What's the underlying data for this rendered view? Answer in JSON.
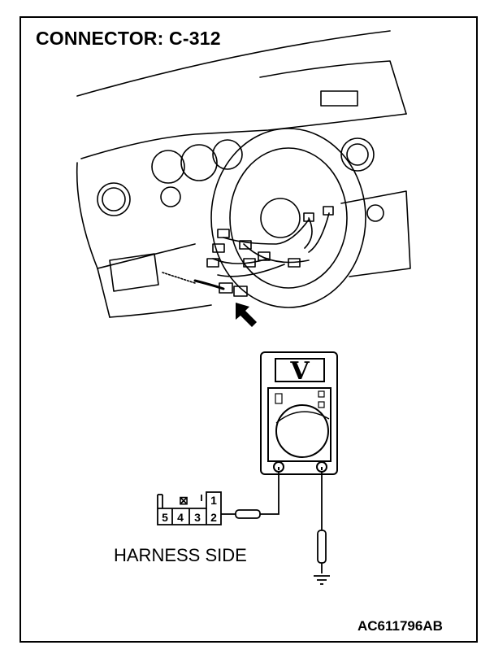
{
  "title": "CONNECTOR: C-312",
  "harness_side_label": "HARNESS SIDE",
  "figure_code": "AC611796AB",
  "meter": {
    "mode_symbol": "V"
  },
  "connector": {
    "top_row": [
      "",
      "⊠",
      "1"
    ],
    "bottom_row": [
      "5",
      "4",
      "3",
      "2"
    ]
  }
}
